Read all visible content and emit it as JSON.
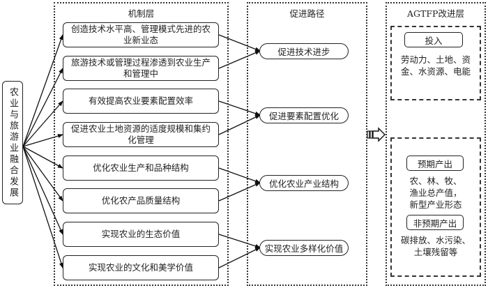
{
  "source": {
    "label": "农业与旅游业融合发展"
  },
  "mechanism": {
    "title": "机制层",
    "items": [
      {
        "label": "创造技术水平高、管理模式先进的农业新业态"
      },
      {
        "label": "旅游技术或管理过程渗透到农业生产和管理中"
      },
      {
        "label": "有效提高农业要素配置效率"
      },
      {
        "label": "促进农业土地资源的适度规模和集约化管理"
      },
      {
        "label": "优化农业生产和品种结构"
      },
      {
        "label": "优化农产品质量结构"
      },
      {
        "label": "实现农业的生态价值"
      },
      {
        "label": "实现农业的文化和美学价值"
      }
    ]
  },
  "paths": {
    "title": "促进路径",
    "items": [
      {
        "label": "促进技术进步"
      },
      {
        "label": "促进要素配置优化"
      },
      {
        "label": "优化农业产业结构"
      },
      {
        "label": "实现农业多样化价值"
      }
    ]
  },
  "agtfp": {
    "title": "AGTFP改进层",
    "input": {
      "tag": "投入",
      "desc": [
        "劳动力、土地、资",
        "金、水资源、电能"
      ]
    },
    "desired_output": {
      "tag": "预期产出",
      "desc": [
        "农、林、牧、",
        "渔业总产值，",
        "新型产业形态"
      ]
    },
    "undesired_output": {
      "tag": "非预期产出",
      "desc": [
        "碳排放、水污染、",
        "土壤残留等"
      ]
    }
  },
  "connections": {
    "source_to_mechanism": [
      0,
      1,
      2,
      3,
      4,
      5,
      6,
      7
    ],
    "mechanism_to_path": [
      0,
      0,
      1,
      1,
      2,
      2,
      3,
      3
    ],
    "path_to_agtfp": "block-arrow"
  }
}
